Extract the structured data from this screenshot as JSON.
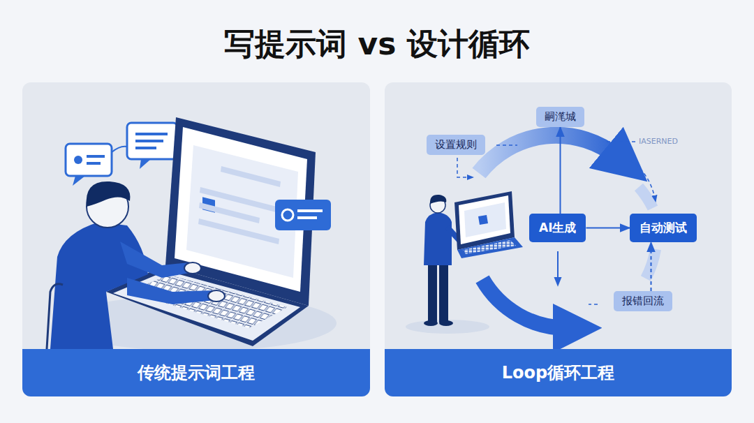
{
  "diagram": {
    "title": "写提示词 vs 设计循环",
    "nodes": [
      {
        "text": [
          "传统提示词工程"
        ]
      },
      {
        "text": [
          "Loop循环工程"
        ]
      },
      {
        "text": [
          "设置规则"
        ],
        "in": 1
      },
      {
        "text": [
          "嗣滗城"
        ],
        "in": 1
      },
      {
        "text": [
          "AI生成"
        ],
        "in": 1
      },
      {
        "text": [
          "自动测试"
        ],
        "in": 1
      },
      {
        "text": [
          "报错回流"
        ],
        "in": 1
      }
    ],
    "edges": [
      {
        "from": 4,
        "to": 3,
        "arrow": "to"
      },
      {
        "from": 4,
        "to": 5,
        "arrow": "to"
      },
      {
        "from": 6,
        "to": 5,
        "arrow": "to"
      }
    ],
    "labels": [
      "IASERNED"
    ]
  }
}
